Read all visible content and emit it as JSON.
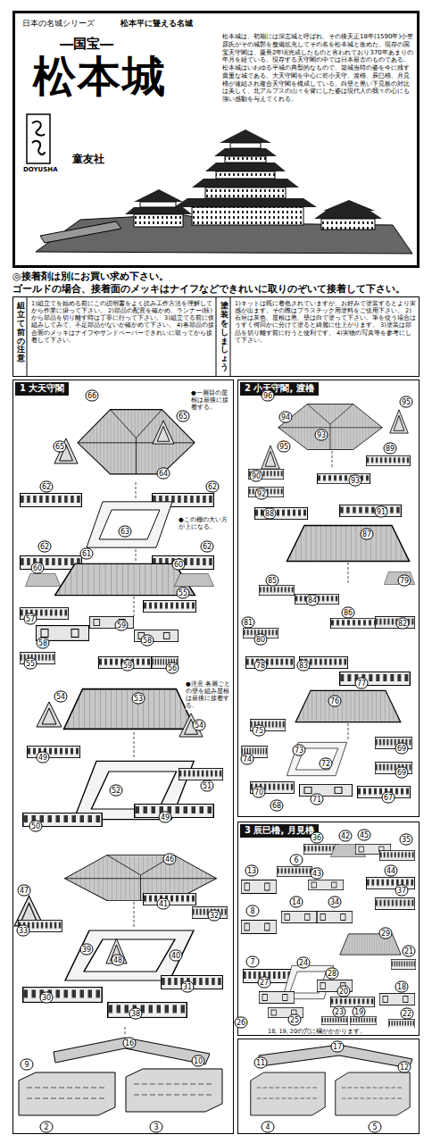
{
  "diagram": {
    "nodes": [
      {
        "text": [
          "日本の名城シリーズ",
          "松本平に聳える名城",
          "―国宝―",
          "松本城",
          "童友社",
          "松本城は、初期には深志城と呼ばれ、その後天正18年(1590年)小笠原氏がその城郭を整備拡充してその名を松本城と改めた。現存の国宝天守閣は、慶長2年頃完成したものと言われており370年あまりの年月を経ている。現存する天守閣の中では日本最古のものである。松本城はいわゆる平城の典型的なもので、築城当時の姿を今に残す貴重な城である。大天守閣を中心に乾小天守、渡櫓、辰巳櫓、月見櫓が連結され複合天守閣を構成している。白壁と黒い下見板の対比は美しく、北アルプスの山々を背にした姿は現代人の我々の心にも強い感動を与えてくれる。"
        ]
      },
      {
        "text": [
          "組立て前の注意",
          "1)組立てを始める前にこの説明書をよく読み工作方法を理解してから作業に掛って下さい。 2)部品の配置を確かめ、ランナー(枝)から部品を切り離す時は丁寧に行って下さい。 3)組立てる前に仮組みしてみて、不足部品がないか確かめて下さい。 4)各部品の接合面のメッキはナイフやサンドペーパーできれいに取ってから接着して下さい。",
          "塗装をしましょう",
          "1)キットは既に着色されていますが、お好みで塗装するとより実感が出ます。その際はプラスチック用塗料をご使用下さい。 2)石垣は灰色、屋根は黒、壁は白で塗って下さい。筆を使う場合はうすく何回かに分けて塗ると綺麗に仕上がります。 3)塗装は部品を切り離す前に行うと便利です。 4)実物の写真等を参考にして下さい。"
        ]
      },
      {
        "text": [
          "1 大天守閣"
        ]
      },
      {
        "text": [
          "2 小天守閣, 渡櫓"
        ]
      },
      {
        "text": [
          "3 辰巳櫓, 月見櫓"
        ]
      }
    ],
    "labels": [
      "DOYUSHA",
      "◎接着剤は別にお買い求め下さい。",
      "ゴールドの場合、接着面のメッキはナイフなどできれいに取りのぞいて接着して下さい。",
      "●一層目の屋根は最後に接着する。",
      "●この棚の大い方が上になる。",
      "●注意 各層ごとの壁を組み屋根は最後に接着する。",
      "66",
      "65",
      "65",
      "64",
      "62",
      "62",
      "63",
      "62",
      "62",
      "61",
      "60",
      "60",
      "57",
      "55",
      "58",
      "59",
      "58",
      "55",
      "59",
      "56",
      "54",
      "53",
      "54",
      "49",
      "52",
      "51",
      "50",
      "49",
      "46",
      "47",
      "41",
      "32",
      "33",
      "39",
      "48",
      "40",
      "30",
      "38",
      "31",
      "16",
      "9",
      "10",
      "2",
      "3",
      "96",
      "95",
      "94",
      "93",
      "95",
      "89",
      "90",
      "92",
      "93",
      "88",
      "91",
      "87",
      "79",
      "85",
      "84",
      "86",
      "81",
      "82",
      "80",
      "78",
      "83",
      "77",
      "76",
      "75",
      "74",
      "73",
      "72",
      "69",
      "70",
      "71",
      "69",
      "68",
      "67",
      "36",
      "42",
      "45",
      "35",
      "13",
      "6",
      "43",
      "44",
      "8",
      "14",
      "34",
      "37",
      "29",
      "21",
      "7",
      "24",
      "27",
      "28",
      "20",
      "18",
      "23",
      "19",
      "22",
      "26",
      "25",
      "18, 19, 20の穴に欄がかかります。",
      "11",
      "17",
      "12",
      "4",
      "5"
    ]
  }
}
